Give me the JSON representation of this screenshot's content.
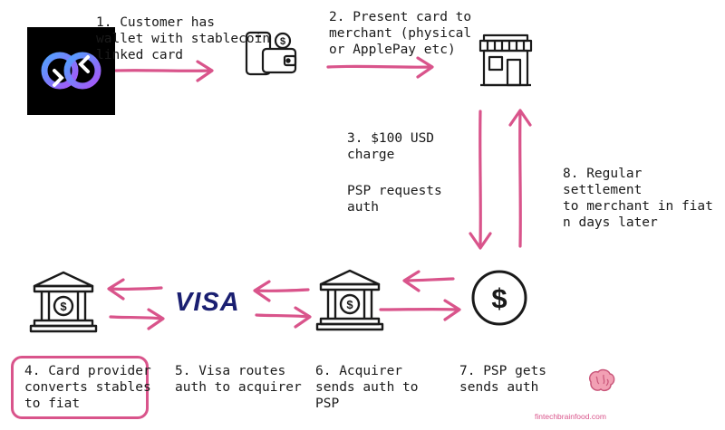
{
  "steps": {
    "s1": "1. Customer has\n   wallet with stablecoin\n   linked card",
    "s2": "2. Present card to\nmerchant (physical\nor ApplePay etc)",
    "s3": "3. $100 USD\ncharge",
    "s3b": "PSP requests\nauth",
    "s4": "4. Card provider\nconverts stables\nto fiat",
    "s5": "5. Visa routes\nauth to acquirer",
    "s6": "6. Acquirer\nsends auth to\nPSP",
    "s7": "7. PSP gets\nsends auth",
    "s8": "8. Regular settlement\nto merchant in fiat\nn days later"
  },
  "visa_label": "VISA",
  "footer": "fintechbrainfood.com",
  "colors": {
    "arrow": "#d9548b",
    "visa": "#1a1f71",
    "logo_bg": "#000000"
  },
  "icons": [
    "wallet-phone-icon",
    "store-icon",
    "bank-icon",
    "dollar-circle-icon",
    "brain-icon",
    "logo-icon"
  ]
}
